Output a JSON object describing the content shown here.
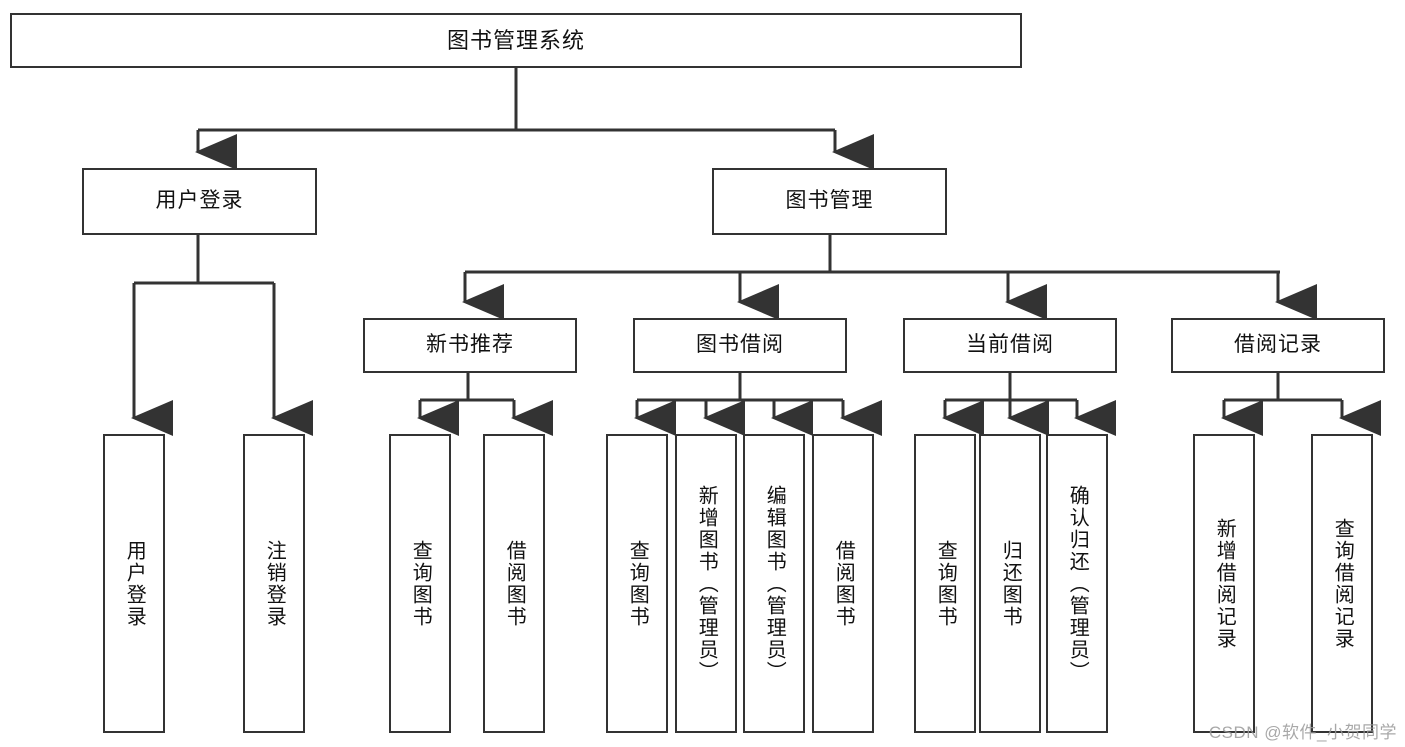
{
  "diagram": {
    "type": "tree",
    "title": "图书管理系统",
    "orientation": "top-down",
    "edge_color": "#333333",
    "box_border_color": "#333333",
    "box_fill_color": "#ffffff",
    "text_color": "#111111",
    "root": {
      "label": "图书管理系统"
    },
    "level2": [
      {
        "label": "用户登录"
      },
      {
        "label": "图书管理"
      }
    ],
    "level3": [
      {
        "label": "新书推荐"
      },
      {
        "label": "图书借阅"
      },
      {
        "label": "当前借阅"
      },
      {
        "label": "借阅记录"
      }
    ],
    "leaves": {
      "user_login": [
        {
          "label": "用户登录"
        },
        {
          "label": "注销登录"
        }
      ],
      "new_book": [
        {
          "label": "查询图书"
        },
        {
          "label": "借阅图书"
        }
      ],
      "book_borrow": [
        {
          "label": "查询图书"
        },
        {
          "label": "新增图书（管理员）"
        },
        {
          "label": "编辑图书（管理员）"
        },
        {
          "label": "借阅图书"
        }
      ],
      "current_borrow": [
        {
          "label": "查询图书"
        },
        {
          "label": "归还图书"
        },
        {
          "label": "确认归还（管理员）"
        }
      ],
      "borrow_record": [
        {
          "label": "新增借阅记录"
        },
        {
          "label": "查询借阅记录"
        }
      ]
    }
  },
  "watermark": {
    "text": "CSDN @软件_小贺同学"
  }
}
